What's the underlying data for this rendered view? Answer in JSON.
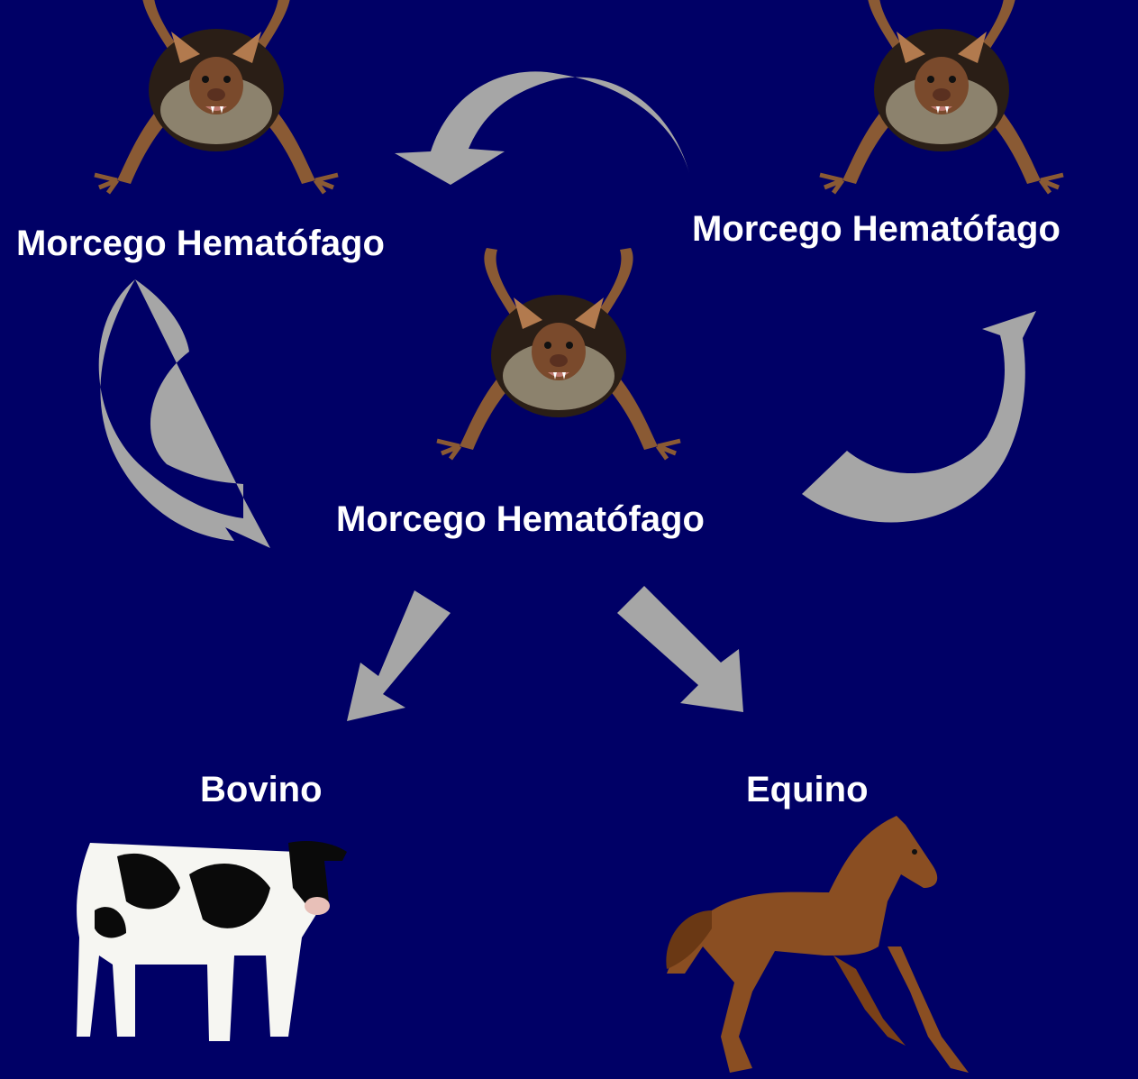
{
  "nodes": {
    "bat_top_left": {
      "label": "Morcego Hematófago"
    },
    "bat_top_right": {
      "label": "Morcego Hematófago"
    },
    "bat_center": {
      "label": "Morcego Hematófago"
    },
    "cattle": {
      "label": "Bovino"
    },
    "horse": {
      "label": "Equino"
    }
  },
  "colors": {
    "background": "#000066",
    "arrow": "#a6a6a6",
    "text": "#ffffff"
  },
  "icons": [
    "vampire-bat-icon",
    "cow-icon",
    "horse-icon",
    "curved-arrow-icon",
    "straight-arrow-icon"
  ]
}
